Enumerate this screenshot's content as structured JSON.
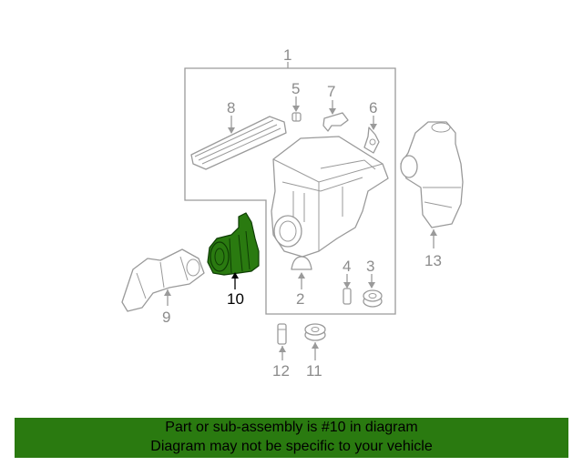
{
  "callouts": {
    "c1": "1",
    "c2": "2",
    "c3": "3",
    "c4": "4",
    "c5": "5",
    "c6": "6",
    "c7": "7",
    "c8": "8",
    "c9": "9",
    "c10": "10",
    "c11": "11",
    "c12": "12",
    "c13": "13"
  },
  "highlight_color": "#2a7a10",
  "footer": {
    "background": "#2a7a10",
    "line1": "Part or sub-assembly is #10 in diagram",
    "line2": "Diagram may not be specific to your vehicle"
  }
}
